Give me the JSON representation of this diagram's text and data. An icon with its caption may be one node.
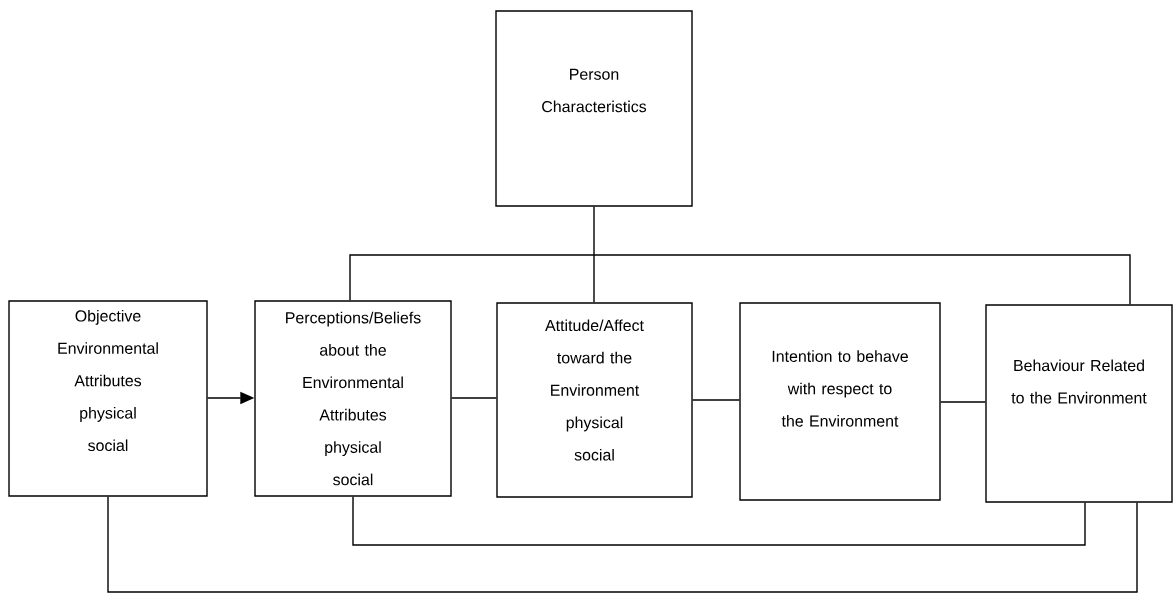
{
  "diagram": {
    "nodes": [
      {
        "text": [
          "Person Characteristics"
        ]
      },
      {
        "text": [
          "Objective Environmental Attributes",
          "physical",
          "social"
        ]
      },
      {
        "text": [
          "Perceptions/Beliefs about the Environmental Attributes",
          "physical",
          "social"
        ]
      },
      {
        "text": [
          "Attitude/Affect toward the Environment",
          "physical",
          "social"
        ]
      },
      {
        "text": [
          "Intention to behave with respect to the Environment"
        ]
      },
      {
        "text": [
          "Behaviour Related to the Environment"
        ]
      }
    ],
    "edges": [
      {
        "from": 0,
        "to": 3,
        "arrow": "none"
      },
      {
        "from": 1,
        "to": 2,
        "arrow": "to"
      },
      {
        "from": 2,
        "to": 3,
        "arrow": "none"
      },
      {
        "from": 3,
        "to": 4,
        "arrow": "none"
      },
      {
        "from": 4,
        "to": 5,
        "arrow": "none"
      },
      {
        "from": 2,
        "to": 5,
        "arrow": "none"
      },
      {
        "from": 2,
        "to": 5,
        "arrow": "none"
      },
      {
        "from": 1,
        "to": 5,
        "arrow": "none"
      }
    ]
  }
}
